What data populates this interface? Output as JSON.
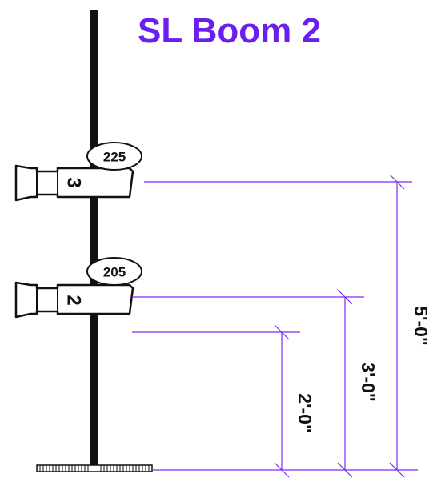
{
  "title": "SL Boom 2",
  "colors": {
    "accent": "#7a2cf5",
    "pipe": "#111111",
    "fixture_fill": "#ffffff",
    "outline": "#111111"
  },
  "fixtures": [
    {
      "unit": "3",
      "channel": "225"
    },
    {
      "unit": "2",
      "channel": "205"
    }
  ],
  "dimensions": [
    {
      "label": "2'-0\""
    },
    {
      "label": "3'-0\""
    },
    {
      "label": "5'-0\""
    }
  ]
}
